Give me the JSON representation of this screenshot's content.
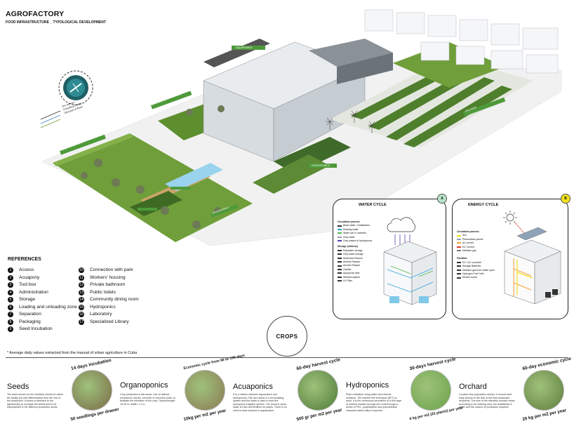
{
  "header": {
    "title": "AGROFACTORY",
    "subtitle": "FOOD INFRASTRUCTURE _ TYPOLOGICAL DEVELOPMENT"
  },
  "references": {
    "title": "REFERENCES",
    "items": [
      {
        "n": "1",
        "label": "Access"
      },
      {
        "n": "2",
        "label": "Acuapony"
      },
      {
        "n": "3",
        "label": "Tool box"
      },
      {
        "n": "4",
        "label": "Administration"
      },
      {
        "n": "5",
        "label": "Storage"
      },
      {
        "n": "6",
        "label": "Loading and unloading zone"
      },
      {
        "n": "7",
        "label": "Separation"
      },
      {
        "n": "8",
        "label": "Packaging"
      },
      {
        "n": "9",
        "label": "Seed Incubation"
      },
      {
        "n": "10",
        "label": "Connection with park"
      },
      {
        "n": "11",
        "label": "Workers' housing"
      },
      {
        "n": "12",
        "label": "Private bathroom"
      },
      {
        "n": "13",
        "label": "Public toilets"
      },
      {
        "n": "14",
        "label": "Community dining room"
      },
      {
        "n": "15",
        "label": "Hydroponics"
      },
      {
        "n": "16",
        "label": "Laboratory"
      },
      {
        "n": "17",
        "label": "Specialized Library"
      }
    ]
  },
  "water_cycle": {
    "badge": "A",
    "title": "WATER CYCLE",
    "circulation_title": "Circulation process",
    "circulation": [
      "Black water / installations",
      "Drinking water",
      "Water rich in nutrients",
      "Grey water",
      "Grey waters of hydroponics"
    ],
    "storage_title": "Storage (cisterns)",
    "storage": [
      "Rainwater storage",
      "Grey water storage",
      "Anaerobic Reactor",
      "Aerobic Reactor",
      "Aerobic Reactor",
      "Clarifier",
      "Aquaponic tank",
      "Wetland system",
      "UV Filter"
    ]
  },
  "energy_cycle": {
    "badge": "B",
    "title": "ENERGY CYCLE",
    "circulation_title": "Circulation process",
    "circulation": [
      "Sun",
      "Photovoltaic panels",
      "AC current",
      "DC Current",
      "Methane gas"
    ],
    "facilities_title": "Facilities",
    "facilities": [
      "DC / AC converter",
      "Storage Batteries",
      "Methane gas from waste cycle",
      "Hydrogen Fuel Cells",
      "Electric board"
    ]
  },
  "crops_label": "CROPS",
  "footnote": "* Average daily values extracted from the manual of urban agriculture in Cuba",
  "site_labels": {
    "aquaponics": "AQUAPONICS",
    "hydroponics": "HYDROPONICS",
    "organoponics": "ORGANOPONICS",
    "orchard": "ORCHARD",
    "seeds": "SEED INCUBATION",
    "park": "CONNECTION WITH PARK"
  },
  "compass": {
    "lines": [
      "Dry season",
      "Prevailing breeze",
      "Direction of flood"
    ]
  },
  "crops": [
    {
      "title": "Seeds",
      "text": "The area chosen for the seedbed should be within the facility but well differentiated from the rest of the production. A sector is destined to the agroforestry to incubate the seeds and to be transplanted in the different production areas.",
      "arc_top": "14 days incubation",
      "arc_bottom": "50 seedlings per drawer"
    },
    {
      "title": "Organoponics",
      "text": "Crop production in flat areas. Use of defined enclosures: blocks, concrete or concrete posts, to facilitate the formation of the crop. Optimal length: 15-25 m. Width: 1.2 m.",
      "arc_top": "Economic cycle from 90 to 130 days",
      "arc_bottom": "10kg per m2 per year"
    },
    {
      "title": "Acuaponics",
      "text": "It is a mixture between aquaculture and hydroponics. Fish are raised in a recirculating system and the water is used to feed the hydroponic irrigation system. The result is clean water for fish and fertilizer for plants. There is no need to treat residues in aquaculture.",
      "arc_top": "60-day harvest cycle",
      "arc_bottom": "500 gr per m2 per year"
    },
    {
      "title": "Hydroponics",
      "text": "Plant cultivation using water and mineral solutions. The nutrient film technique (NFT) is used. It is the continuous circulation of a thin layer of nutrient solution through the roots through a series of PVC, polyethylene and polyurethane channels called culture channels.",
      "arc_top": "30-days harvest cycle",
      "arc_bottom": "6 kg per m2 (25 plants) per year"
    },
    {
      "title": "Orchard",
      "text": "Located near population centers, it should have easy access to the flow of the final production recipients. The size of the intensive orchard varies according to the existing area, the availability of water and the volume of production required.",
      "arc_top": "60-day economic cycle",
      "arc_bottom": "20 kg per m2 per year"
    }
  ],
  "colors": {
    "grass": "#6f9e3a",
    "dark_grass": "#3e6b23",
    "building": "#e9ecef",
    "water": "#7fc8e8",
    "label_green": "#4e9a3a",
    "badge_a": "#b7e3c8",
    "badge_b": "#f3e21a"
  }
}
